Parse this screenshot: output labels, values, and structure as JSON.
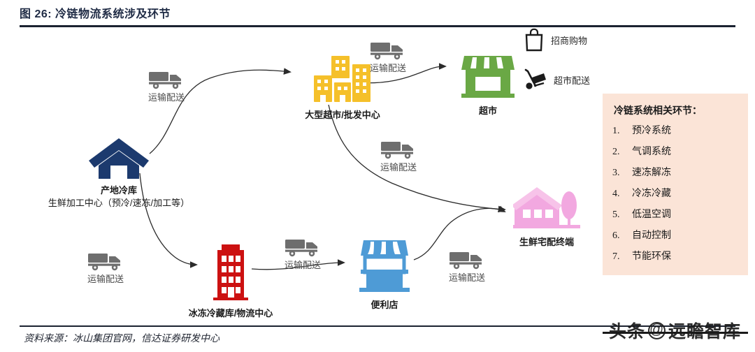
{
  "header": {
    "title": "图 26:  冷链物流系统涉及环节"
  },
  "footer": {
    "source": "资料来源：冰山集团官网，信达证券研发中心"
  },
  "watermark": {
    "left": "头条",
    "at": "@",
    "right": "远瞻智库"
  },
  "nodes": {
    "origin_cold_storage": {
      "label": "产地冷库",
      "sublabel": "生鲜加工中心（预冷/速冻/加工等）",
      "icon": "house-icon",
      "color": "#1c3a6e"
    },
    "hypermarket": {
      "label": "大型超市/批发中心",
      "icon": "buildings-icon",
      "color": "#f5c02a"
    },
    "supermarket": {
      "label": "超市",
      "icon": "storefront-icon",
      "color": "#6aa845"
    },
    "cold_warehouse": {
      "label": "冰冻冷藏库/物流中心",
      "icon": "office-building-icon",
      "color": "#cc1111"
    },
    "convenience_store": {
      "label": "便利店",
      "icon": "storefront-icon",
      "color": "#4e9bd6"
    },
    "home_delivery": {
      "label": "生鲜宅配终端",
      "icon": "house-tree-icon",
      "color": "#f2a8e0"
    }
  },
  "transport_labels": [
    {
      "label": "运输配送",
      "icon": "truck-icon"
    },
    {
      "label": "运输配送",
      "icon": "truck-icon"
    },
    {
      "label": "运输配送",
      "icon": "truck-icon"
    },
    {
      "label": "运输配送",
      "icon": "truck-icon"
    },
    {
      "label": "运输配送",
      "icon": "truck-icon"
    },
    {
      "label": "运输配送",
      "icon": "truck-icon"
    }
  ],
  "side_captions": [
    {
      "label": "招商购物",
      "icon": "shopping-bag-icon"
    },
    {
      "label": "超市配送",
      "icon": "hand-truck-icon"
    }
  ],
  "panel": {
    "title": "冷链系统相关环节：",
    "background": "#fbe4d7",
    "items": [
      {
        "num": "1.",
        "text": "预冷系统"
      },
      {
        "num": "2.",
        "text": "气调系统"
      },
      {
        "num": "3.",
        "text": "速冻解冻"
      },
      {
        "num": "4.",
        "text": "冷冻冷藏"
      },
      {
        "num": "5.",
        "text": "低温空调"
      },
      {
        "num": "6.",
        "text": "自动控制"
      },
      {
        "num": "7.",
        "text": "节能环保"
      }
    ]
  }
}
